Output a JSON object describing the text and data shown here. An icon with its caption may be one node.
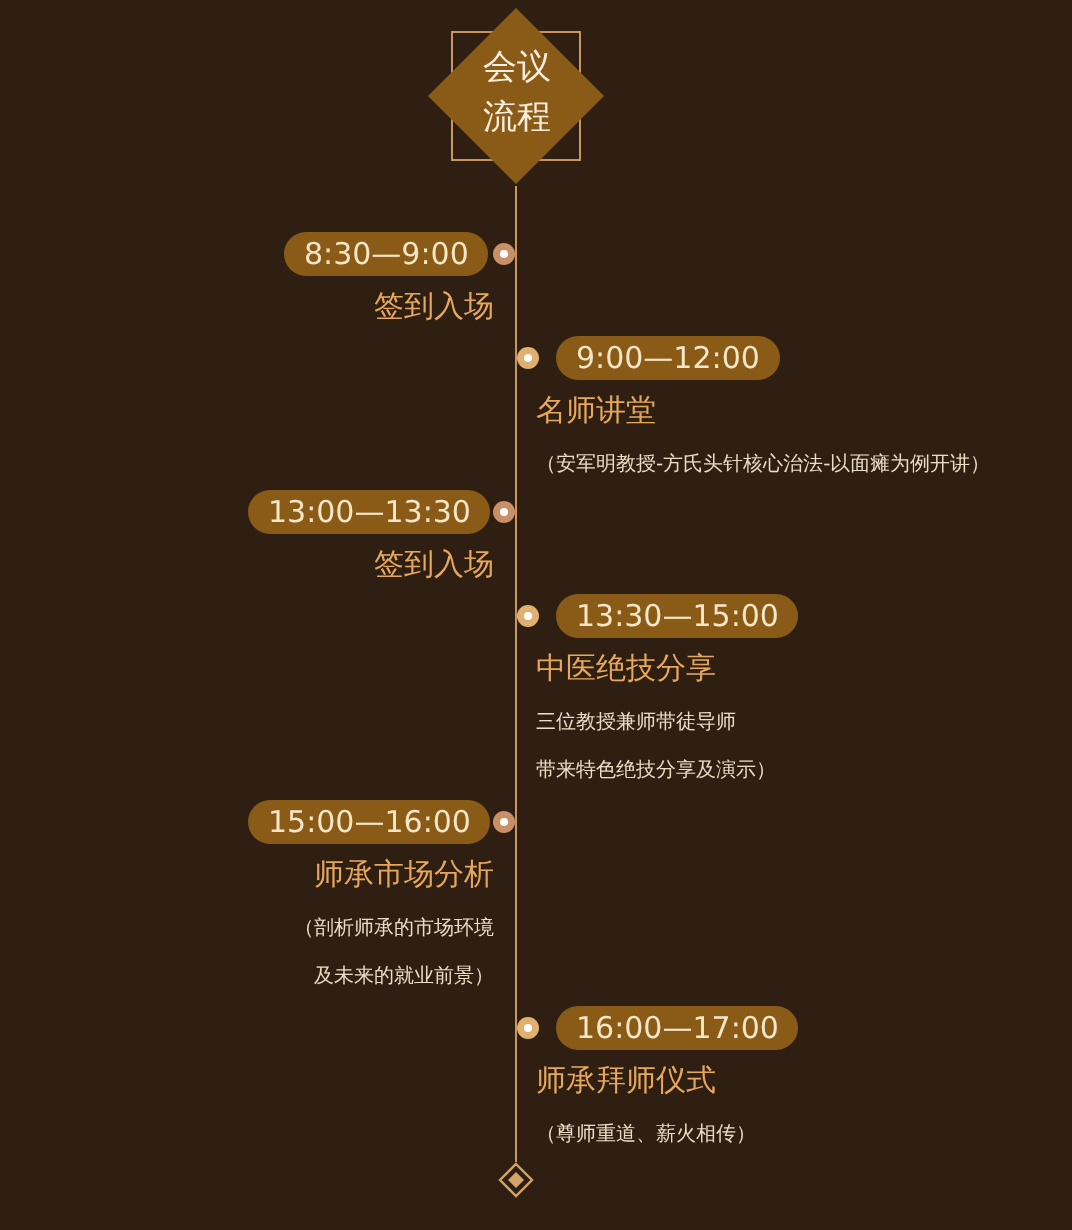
{
  "diagram": {
    "nodes": [
      {
        "text": [
          "会议流程"
        ]
      },
      {
        "text": [
          "8:30—9:00"
        ],
        "beside": [
          "签到入场"
        ]
      },
      {
        "text": [
          "9:00—12:00"
        ],
        "beside": [
          "名师讲堂",
          "（安军明教授-方氏头针核心治法-以面瘫为例开讲）"
        ]
      },
      {
        "text": [
          "13:00—13:30"
        ],
        "beside": [
          "签到入场"
        ]
      },
      {
        "text": [
          "13:30—15:00"
        ],
        "beside": [
          "中医绝技分享",
          "三位教授兼师带徒导师",
          "带来特色绝技分享及演示）"
        ]
      },
      {
        "text": [
          "15:00—16:00"
        ],
        "beside": [
          "师承市场分析",
          "（剖析师承的市场环境及未来的就业前景）"
        ]
      },
      {
        "text": [
          "16:00—17:00"
        ],
        "beside": [
          "师承拜师仪式",
          "（尊师重道、薪火相传）"
        ]
      },
      {
        "text": [],
        "shape": "diamond"
      }
    ],
    "edges": [
      {
        "from": 0,
        "to": 7,
        "arrow": "none"
      }
    ]
  }
}
